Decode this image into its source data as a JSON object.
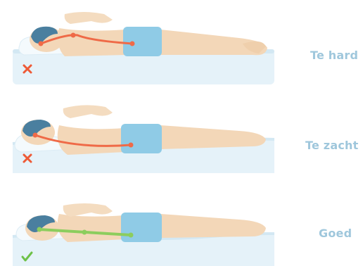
{
  "panels": [
    {
      "label": "Te hard",
      "verdict": "wrong",
      "verdict_icon": "cross-icon"
    },
    {
      "label": "Te zacht",
      "verdict": "wrong",
      "verdict_icon": "cross-icon"
    },
    {
      "label": "Goed",
      "verdict": "right",
      "verdict_icon": "check-icon"
    }
  ],
  "colors": {
    "mattress": "#e5f2f9",
    "mattress_edge": "#d3e8f3",
    "skin": "#f3d7b8",
    "shorts": "#8fcbe6",
    "hair": "#4a7f9f",
    "spine_wrong": "#ef6a47",
    "spine_right": "#8ccd5d",
    "cross": "#ee5a36",
    "check": "#6ec148",
    "label": "#9fc7dc"
  }
}
